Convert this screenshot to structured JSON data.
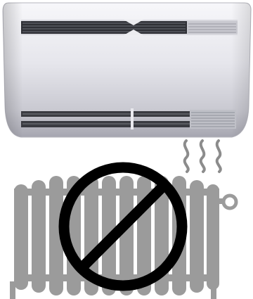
{
  "illustration": {
    "unit": "wall-mounted-heater",
    "heat": "heat-waves",
    "radiator": "radiator",
    "symbol": "prohibition-sign"
  },
  "colors": {
    "unit_body": "#e4e4ea",
    "unit_shadow": "#a9a9b3",
    "radiator": "#9b9b9b",
    "heat": "#8c8c8c",
    "sign": "#000000"
  }
}
